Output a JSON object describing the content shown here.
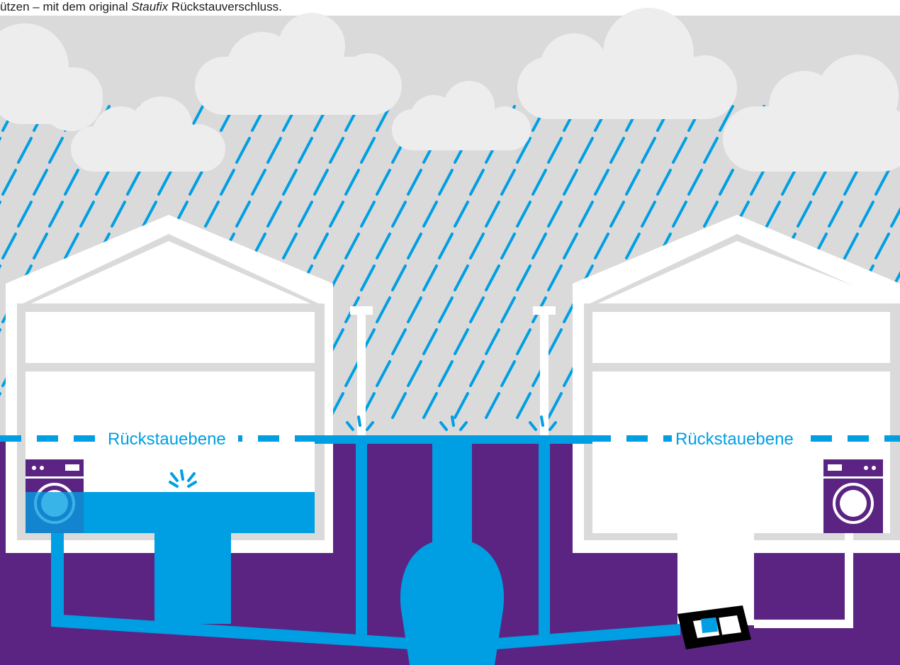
{
  "headline": {
    "prefix": "ützen – mit dem original ",
    "brand": "Staufix",
    "suffix": " Rückstauverschluss."
  },
  "labels": {
    "backflow_level_left": "Rückstauebene",
    "backflow_level_right": "Rückstauebene"
  },
  "colors": {
    "sky": "#dadada",
    "cloud": "#ededed",
    "rain": "#009fe3",
    "water": "#009fe3",
    "ground": "#5b2483",
    "house_wall": "#ffffff",
    "house_inner": "#dadada",
    "valve": "#000000"
  },
  "icons": [
    "cloud-icon",
    "raindrop-icon",
    "splash-icon",
    "washing-machine-icon",
    "backflow-valve-icon"
  ]
}
